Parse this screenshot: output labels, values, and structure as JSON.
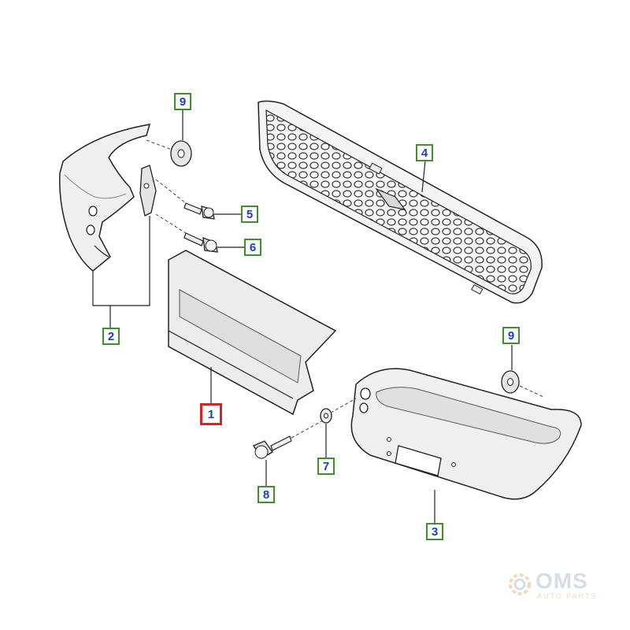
{
  "diagram": {
    "parts": [
      {
        "id": "p1",
        "label": "1",
        "selected": true
      },
      {
        "id": "p2",
        "label": "2"
      },
      {
        "id": "p3",
        "label": "3"
      },
      {
        "id": "p4",
        "label": "4"
      },
      {
        "id": "p5",
        "label": "5"
      },
      {
        "id": "p6",
        "label": "6"
      },
      {
        "id": "p7",
        "label": "7"
      },
      {
        "id": "p8",
        "label": "8"
      },
      {
        "id": "p9a",
        "label": "9"
      },
      {
        "id": "p9b",
        "label": "9"
      }
    ]
  },
  "watermark": {
    "brand": "OMS",
    "tagline": "AUTO PARTS"
  },
  "colors": {
    "label_border": "#3f8f2f",
    "label_text": "#1a3fbf",
    "selected_border": "#d42424",
    "part_fill": "#f2f2f2",
    "part_shade": "#d8d8d8",
    "line": "#222222"
  }
}
